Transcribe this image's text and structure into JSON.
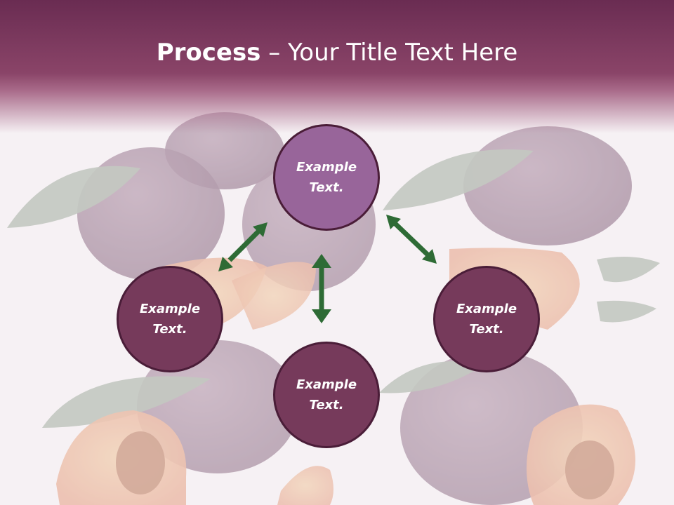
{
  "slide": {
    "title_bold": "Process",
    "title_rest": " – Your Title Text Here"
  },
  "nodes": [
    {
      "line1": "Example",
      "line2": "Text."
    },
    {
      "line1": "Example",
      "line2": "Text."
    },
    {
      "line1": "Example",
      "line2": "Text."
    },
    {
      "line1": "Example",
      "line2": "Text."
    }
  ],
  "colors": {
    "header": "#7a3a5e",
    "top_node": "#98659a",
    "dark_node": "#763a5b",
    "node_border": "#4a1d38",
    "arrow": "#2e6b35"
  }
}
